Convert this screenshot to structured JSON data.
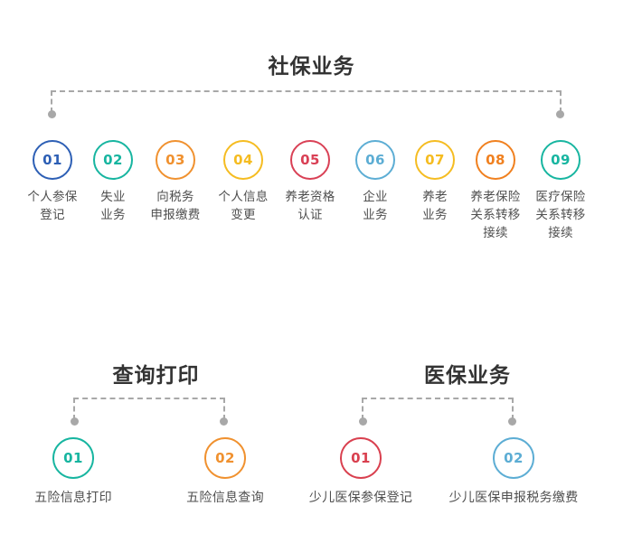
{
  "sections": [
    {
      "id": "shebao",
      "title": "社保业务",
      "steps": [
        {
          "num": "01",
          "label": "个人参保\n登记",
          "color": "#2d5fb5"
        },
        {
          "num": "02",
          "label": "失业\n业务",
          "color": "#17b5a0"
        },
        {
          "num": "03",
          "label": "向税务\n申报缴费",
          "color": "#f0912f"
        },
        {
          "num": "04",
          "label": "个人信息\n变更",
          "color": "#f5bc21"
        },
        {
          "num": "05",
          "label": "养老资格\n认证",
          "color": "#d94055"
        },
        {
          "num": "06",
          "label": "企业\n业务",
          "color": "#5cadd4"
        },
        {
          "num": "07",
          "label": "养老\n业务",
          "color": "#f5bc21"
        },
        {
          "num": "08",
          "label": "养老保险\n关系转移\n接续",
          "color": "#f0801f"
        },
        {
          "num": "09",
          "label": "医疗保险\n关系转移\n接续",
          "color": "#17b5a0"
        }
      ]
    },
    {
      "id": "chaxun",
      "title": "查询打印",
      "steps": [
        {
          "num": "01",
          "label": "五险信息打印",
          "color": "#17b5a0"
        },
        {
          "num": "02",
          "label": "五险信息查询",
          "color": "#f0912f"
        }
      ]
    },
    {
      "id": "yibao",
      "title": "医保业务",
      "steps": [
        {
          "num": "01",
          "label": "少儿医保参保登记",
          "color": "#d9404f"
        },
        {
          "num": "02",
          "label": "少儿医保申报税务缴费",
          "color": "#5cadd4"
        }
      ]
    }
  ],
  "colors": {
    "bracket": "#a8a8a8",
    "title": "#333333",
    "label": "#4f4f4f",
    "background": "#ffffff"
  }
}
